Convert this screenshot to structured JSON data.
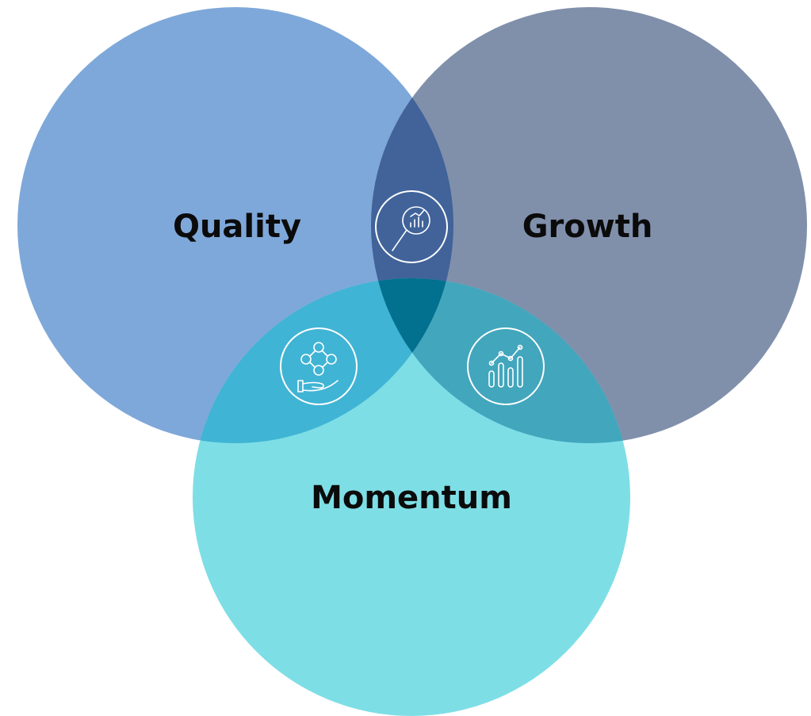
{
  "venn": {
    "sets": [
      {
        "id": "quality",
        "label": "Quality",
        "color": "#7ea8d9"
      },
      {
        "id": "growth",
        "label": "Growth",
        "color": "#8090ab"
      },
      {
        "id": "momentum",
        "label": "Momentum",
        "color": "#7edee6"
      }
    ],
    "overlap_colors": {
      "quality_growth": "#41639a",
      "quality_momentum": "#40b4d4",
      "growth_momentum": "#42a6bd",
      "center": "#02708f"
    },
    "icons": [
      {
        "name": "magnifier-chart-icon",
        "region": "quality-growth"
      },
      {
        "name": "people-network-hand-icon",
        "region": "quality-momentum"
      },
      {
        "name": "bar-chart-trend-icon",
        "region": "growth-momentum"
      }
    ]
  }
}
